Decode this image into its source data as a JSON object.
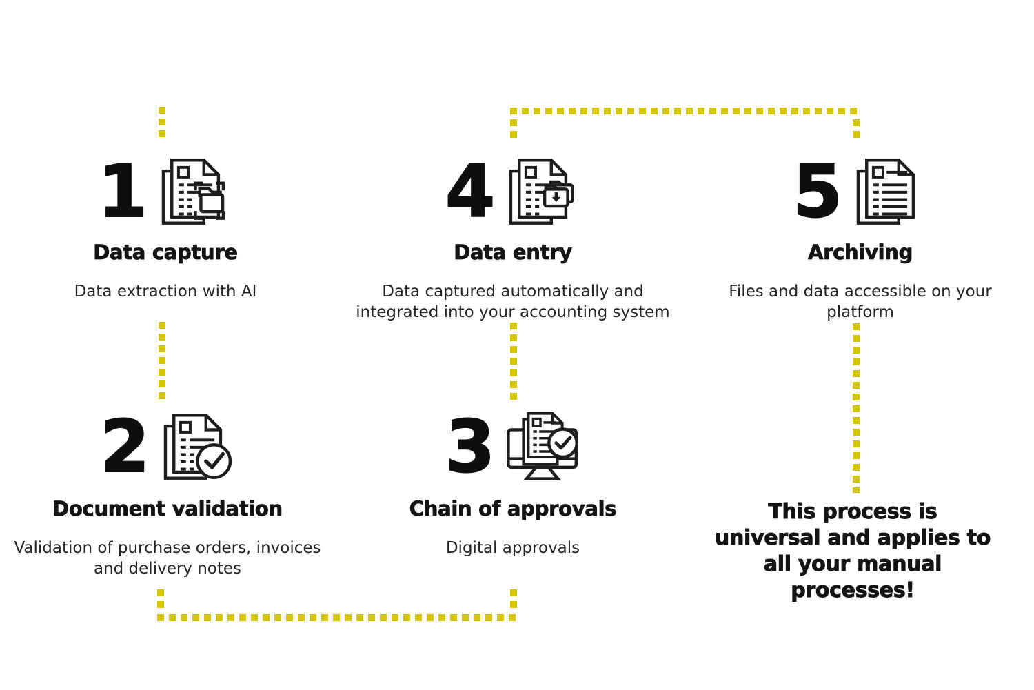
{
  "palette": {
    "accent_yellow": "#d5c60a",
    "ink_black": "#1d1d1b"
  },
  "steps": [
    {
      "number": "1",
      "title": "Data capture",
      "icon": "document-scan-capture",
      "description_lines": [
        "Data extraction with AI"
      ]
    },
    {
      "number": "2",
      "title": "Document validation",
      "icon": "document-check",
      "description_lines": [
        "Validation of purchase orders, invoices",
        "and delivery notes"
      ]
    },
    {
      "number": "3",
      "title": "Chain of approvals",
      "icon": "monitor-document-check",
      "description_lines": [
        "Digital approvals"
      ]
    },
    {
      "number": "4",
      "title": "Data entry",
      "icon": "document-folder-download",
      "description_lines": [
        "Data captured automatically and",
        "integrated into your accounting system"
      ]
    },
    {
      "number": "5",
      "title": "Archiving",
      "icon": "archive-documents",
      "description_lines": [
        "Files and data accessible on your",
        "platform"
      ]
    }
  ],
  "closing_note_lines": [
    "This process is",
    "universal and applies to",
    "all your manual",
    "processes!"
  ]
}
